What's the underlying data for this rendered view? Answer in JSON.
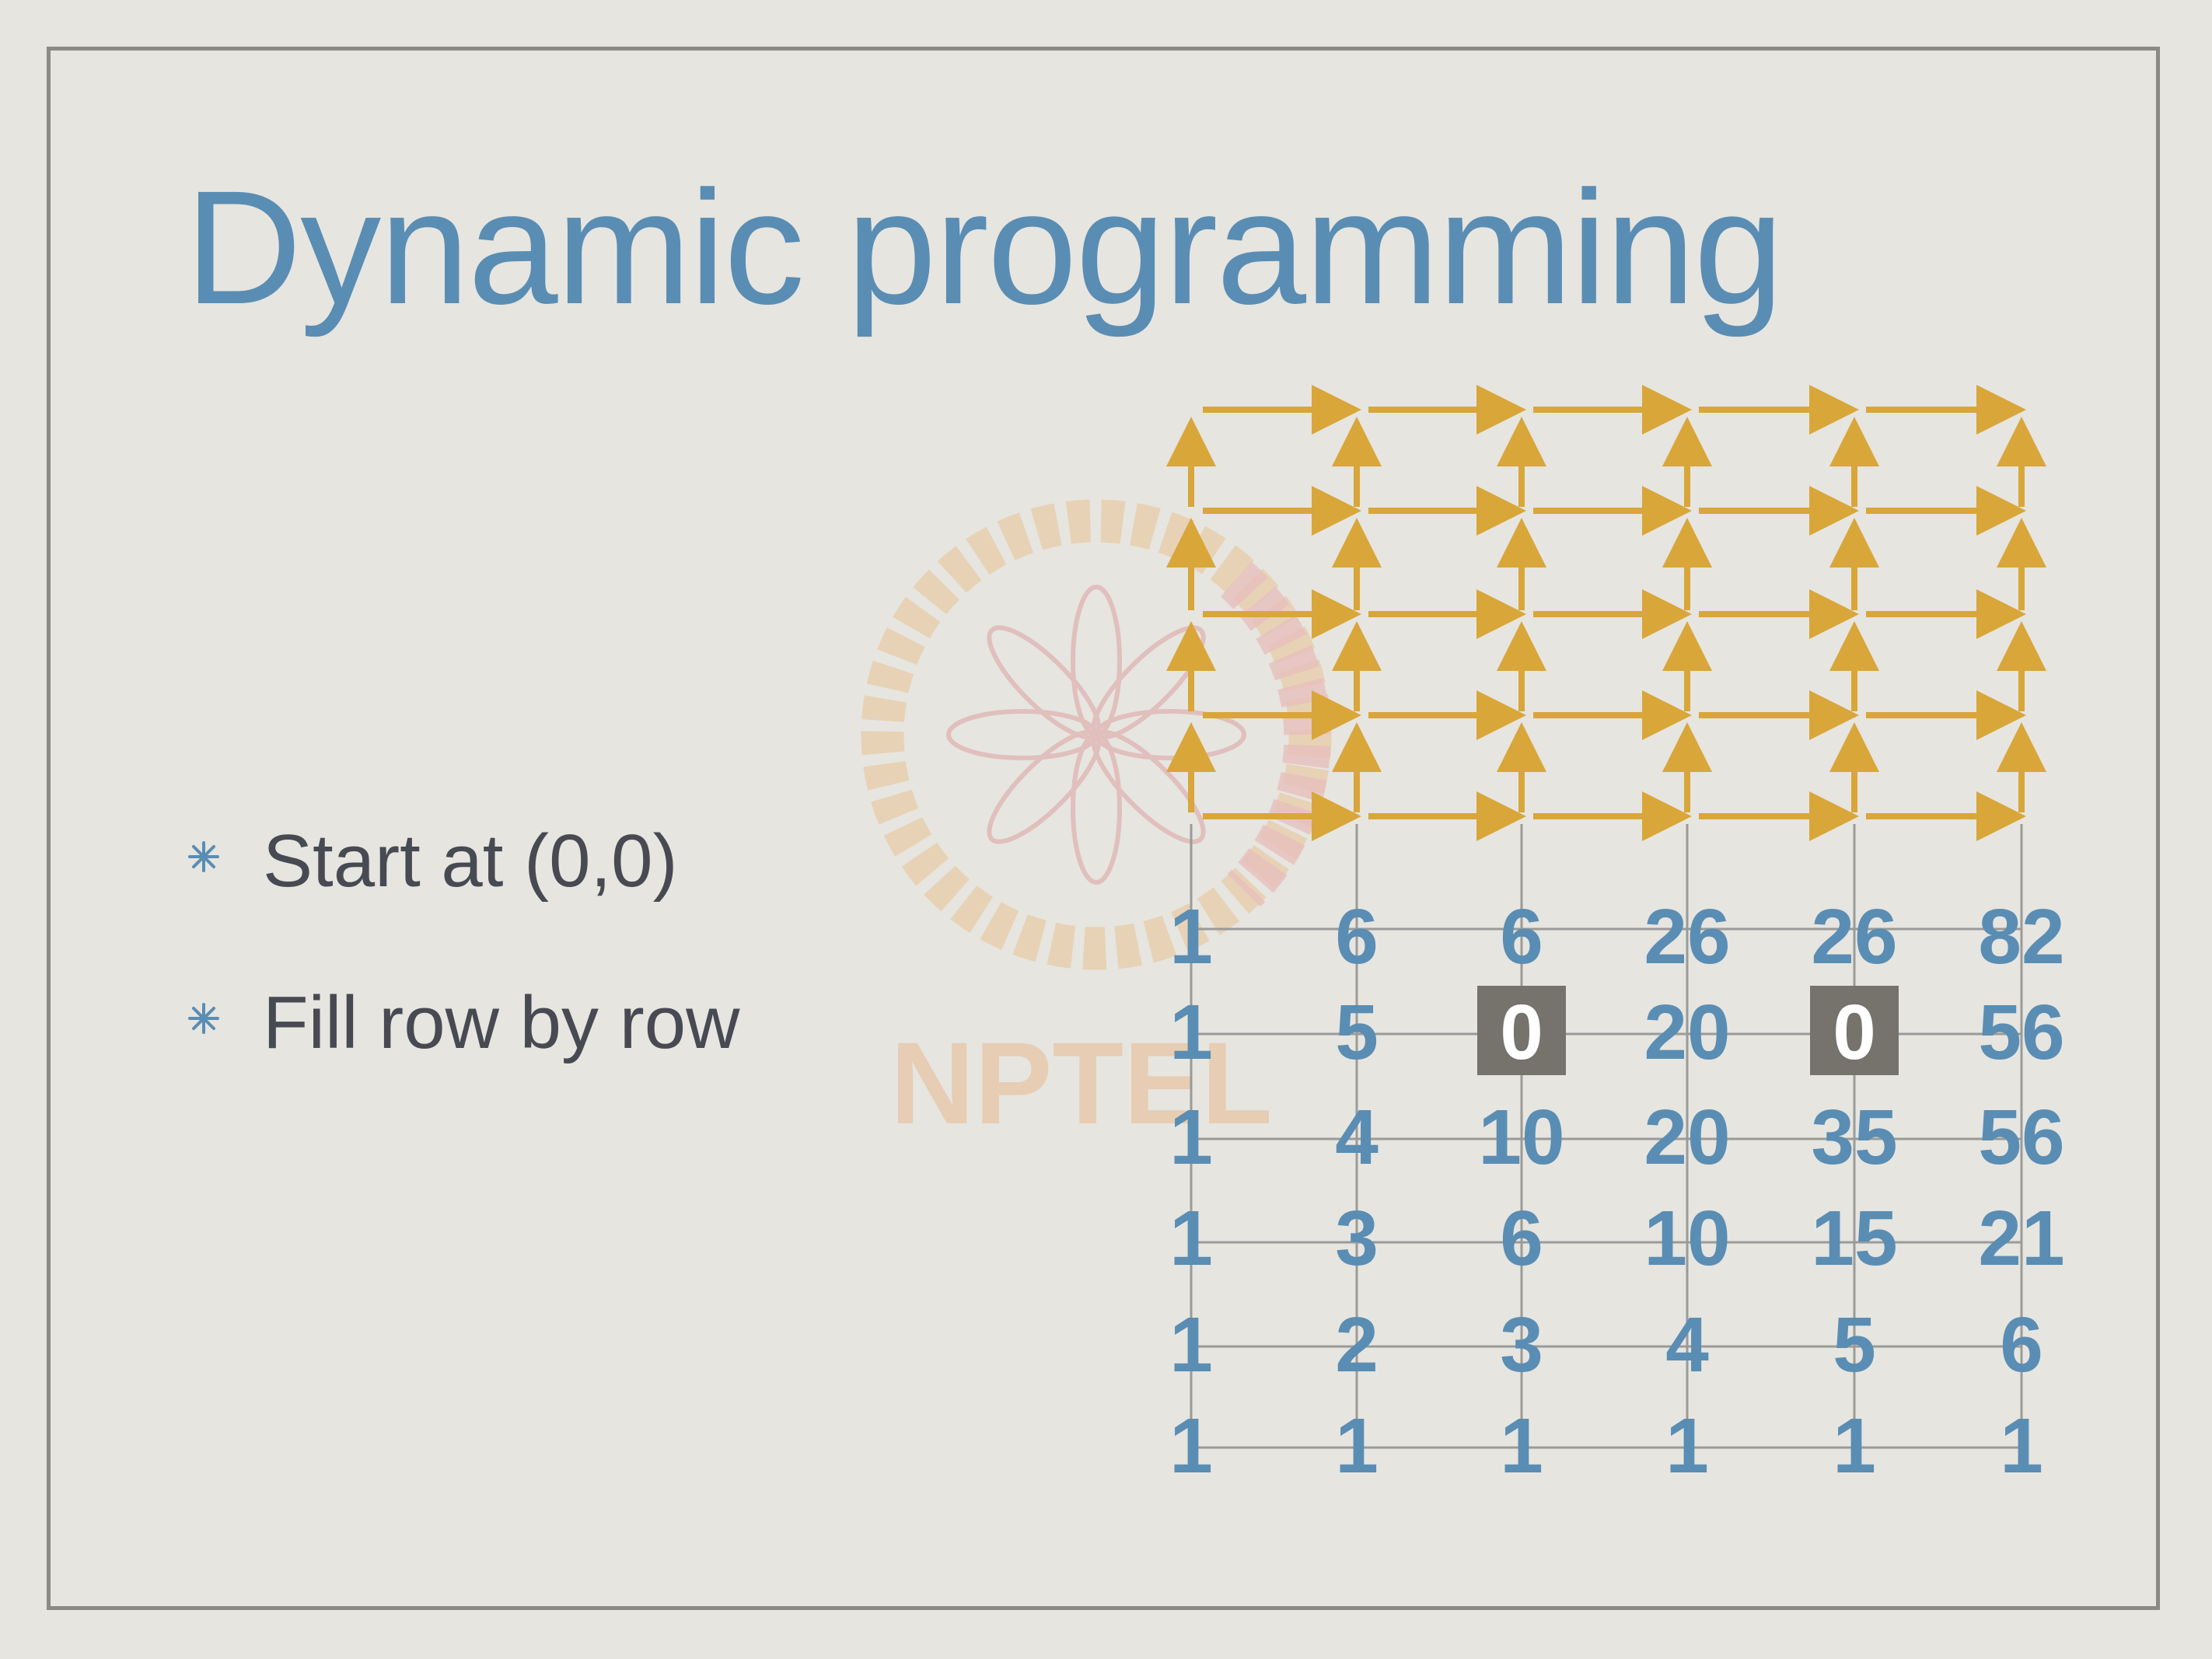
{
  "slide": {
    "title": "Dynamic programming",
    "bullets": [
      "Start at (0,0)",
      "Fill row by row"
    ]
  },
  "watermark": {
    "text": "NPTEL"
  },
  "grid": {
    "rows": [
      [
        "1",
        "6",
        "6",
        "26",
        "26",
        "82"
      ],
      [
        "1",
        "5",
        "0",
        "20",
        "0",
        "56"
      ],
      [
        "1",
        "4",
        "10",
        "20",
        "35",
        "56"
      ],
      [
        "1",
        "3",
        "6",
        "10",
        "15",
        "21"
      ],
      [
        "1",
        "2",
        "3",
        "4",
        "5",
        "6"
      ],
      [
        "1",
        "1",
        "1",
        "1",
        "1",
        "1"
      ]
    ],
    "blocked_cells": [
      [
        1,
        2
      ],
      [
        1,
        4
      ]
    ]
  },
  "colors": {
    "title": "#5a8db3",
    "bullet_text": "#474a52",
    "numbers": "#5a8db3",
    "arrows": "#d9a63a",
    "grid_lines": "#9a9a98",
    "blocked_fill": "#75736b",
    "blocked_text": "#ffffff",
    "frame": "#8a8a86"
  },
  "icons": {
    "bullet": "asterisk-bullet-icon"
  }
}
